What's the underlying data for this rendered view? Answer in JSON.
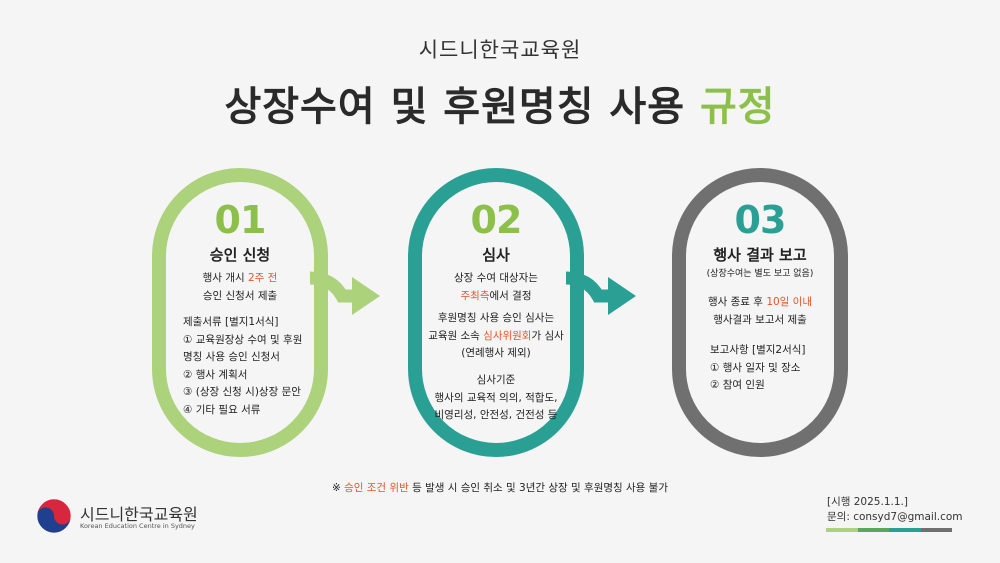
{
  "header": {
    "subtitle": "시드니한국교육원",
    "title_main": "상장수여 및 후원명칭 사용",
    "title_accent": "규정"
  },
  "steps": [
    {
      "number": "01",
      "title": "승인 신청",
      "color": "#acd27c",
      "p1_pre": "행사 개시 ",
      "p1_hl": "2주 전",
      "p1_line2": "승인 신청서 제출",
      "doc_lines": [
        "제출서류 [별지1서식]",
        "① 교육원장상 수여 및 후원",
        "명칭 사용 승인 신청서",
        "② 행사 계획서",
        "③ (상장 신청 시)상장 문안",
        "④ 기타 필요 서류"
      ]
    },
    {
      "number": "02",
      "title": "심사",
      "color": "#2aa095",
      "p1_line1": "상장 수여 대상자는",
      "p1_hl": "주최측",
      "p1_post": "에서 결정",
      "p2_line1": "후원명칭 사용 승인 심사는",
      "p2_pre": "교육원 소속 ",
      "p2_hl": "심사위원회",
      "p2_post": "가 심사",
      "p2_line3": "(연례행사 제외)",
      "criteria_lines": [
        "심사기준",
        "행사의 교육적 의의, 적합도,",
        "비영리성, 안전성, 건전성 등"
      ]
    },
    {
      "number": "03",
      "title": "행사 결과 보고",
      "color": "#707070",
      "note": "(상장수여는 별도 보고 없음)",
      "p1_pre": "행사 종료 후 ",
      "p1_hl": "10일 이내",
      "p1_line2": "행사결과 보고서 제출",
      "report_lines": [
        "보고사항 [별지2서식]",
        "① 행사 일자 및 장소",
        "② 참여 인원"
      ]
    }
  ],
  "notice": {
    "mark": "※ ",
    "highlight": "승인 조건 위반",
    "rest": " 등 발생 시 승인 취소 및 3년간 상장 및 후원명칭 사용 불가"
  },
  "logo": {
    "name": "시드니한국교육원",
    "english": "Korean Education Centre in Sydney"
  },
  "footer": {
    "effective": "[시행 2025.1.1.]",
    "contact": "문의: consyd7@gmail.com",
    "bar_colors": [
      "#acd27c",
      "#5aa85a",
      "#2aa095",
      "#707070"
    ]
  },
  "colors": {
    "accent_green": "#8cc04b",
    "highlight_red": "#e8532a"
  }
}
